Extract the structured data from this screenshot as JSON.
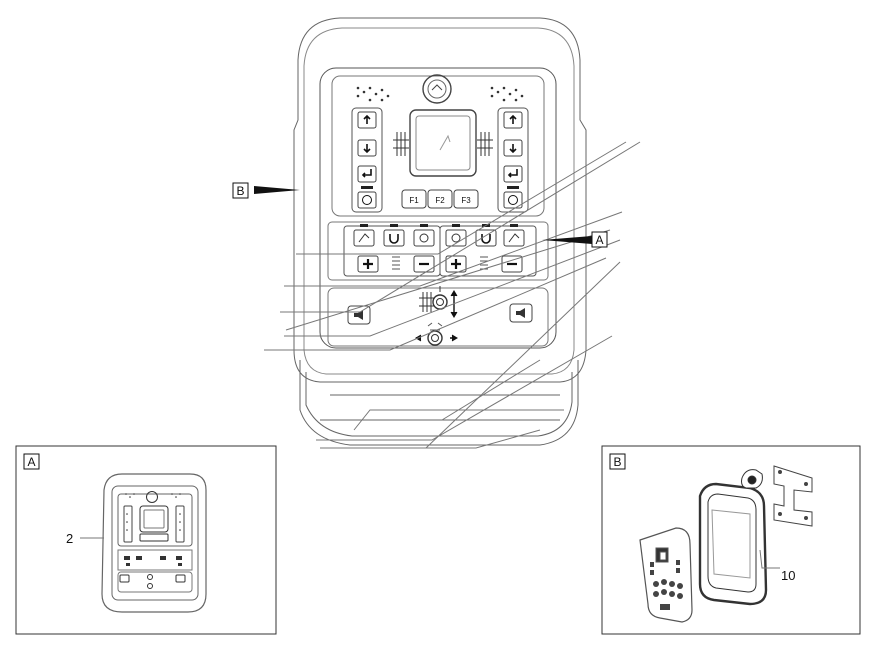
{
  "callouts": {
    "a": "A",
    "b": "B"
  },
  "function_keys": [
    "F1",
    "F2",
    "F3"
  ],
  "detail_a": {
    "tag": "A",
    "item_number": "2"
  },
  "detail_b": {
    "tag": "B",
    "item_number": "10"
  },
  "colors": {
    "line": "#555555",
    "fill": "#ffffff",
    "frame": "#333333"
  }
}
